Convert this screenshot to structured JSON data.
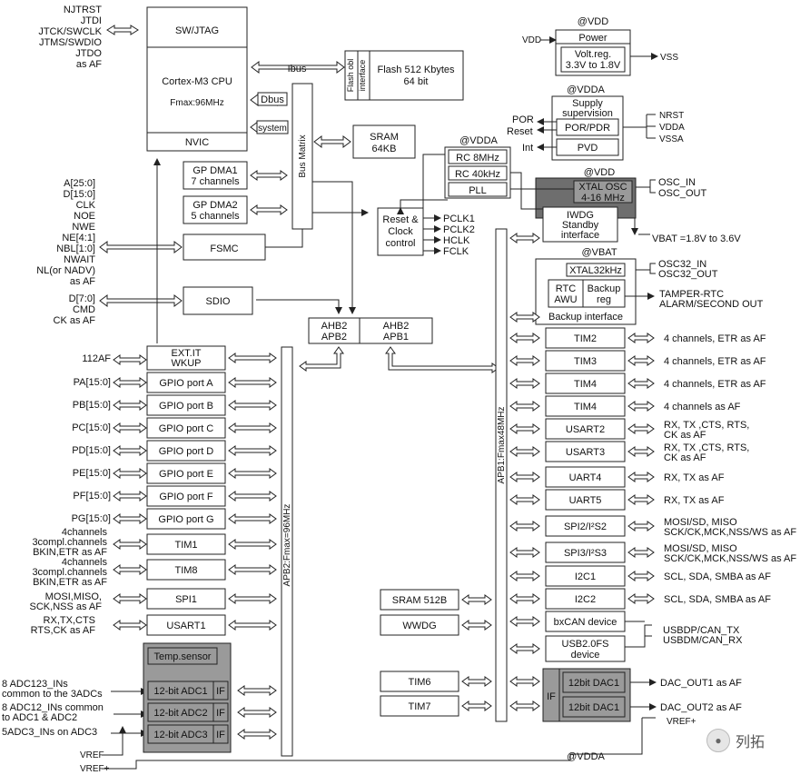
{
  "left_signals": {
    "jtag": [
      "NJTRST",
      "JTDI",
      "JTCK/SWCLK",
      "JTMS/SWDIO",
      "JTDO",
      "as AF"
    ],
    "fsmc": [
      "A[25:0]",
      "D[15:0]",
      "CLK",
      "NOE",
      "NWE",
      "NE[4:1]",
      "NBL[1:0]",
      "NWAIT",
      "NL(or NADV)",
      "as AF"
    ],
    "sdio": [
      "D[7:0]",
      "CMD",
      "CK as AF"
    ],
    "exti": "112AF",
    "gpio_ports": [
      "PA[15:0]",
      "PB[15:0]",
      "PC[15:0]",
      "PD[15:0]",
      "PE[15:0]",
      "PF[15:0]",
      "PG[15:0]"
    ],
    "tim1": [
      "4channels",
      "3compl.channels",
      "BKIN,ETR as AF"
    ],
    "tim8": [
      "4channels",
      "3compl.channels",
      "BKIN,ETR as AF"
    ],
    "spi1": [
      "MOSI,MISO,",
      "SCK,NSS as AF"
    ],
    "usart1": [
      "RX,TX,CTS",
      "RTS,CK as AF"
    ],
    "adc": [
      "8 ADC123_INs",
      "common to the 3ADCs",
      "8 ADC12_INs common",
      "to ADC1 & ADC2",
      "5ADC3_INs on ADC3"
    ],
    "vref_minus": "VREF-",
    "vref_plus": "VREF+"
  },
  "blocks": {
    "sw_jtag": "SW/JTAG",
    "cpu": "Cortex-M3 CPU",
    "fmax_cpu": "Fmax:96MHz",
    "nvic": "NVIC",
    "ibus": "Ibus",
    "dbus": "Dbus",
    "system": "system",
    "flash_obl": [
      "Flash obl",
      "interface"
    ],
    "flash": [
      "Flash 512 Kbytes",
      "64 bit"
    ],
    "bus_matrix": "Bus Matrix",
    "sram64": [
      "SRAM",
      "64KB"
    ],
    "dma1": [
      "GP DMA1",
      "7 channels"
    ],
    "dma2": [
      "GP DMA2",
      "5 channels"
    ],
    "fsmc": "FSMC",
    "sdio": "SDIO",
    "reset_clock": [
      "Reset &",
      "Clock",
      "control"
    ],
    "clocks": [
      "PCLK1",
      "PCLK2",
      "HCLK",
      "FCLK"
    ],
    "ahb2apb2": [
      "AHB2",
      "APB2"
    ],
    "ahb2apb1": [
      "AHB2",
      "APB1"
    ],
    "exti": [
      "EXT.IT",
      "WKUP"
    ],
    "gpio": [
      "GPIO port A",
      "GPIO port B",
      "GPIO port C",
      "GPIO port D",
      "GPIO port E",
      "GPIO port F",
      "GPIO port G"
    ],
    "tim1": "TIM1",
    "tim8": "TIM8",
    "spi1": "SPI1",
    "usart1": "USART1",
    "temp": "Temp.sensor",
    "adcs": [
      "12-bit ADC1",
      "12-bit ADC2",
      "12-bit ADC3"
    ],
    "adc_if": "IF",
    "apb2_label": "APB2:Fmax=96MHz",
    "apb1_label": "APB1:Fmax48MHz",
    "sram512": "SRAM 512B",
    "wwdg": "WWDG",
    "tim6": "TIM6",
    "tim7": "TIM7",
    "vdda_bottom": "@VDDA"
  },
  "power": {
    "vdd_top": "@VDD",
    "title": "Power",
    "vdd": "VDD",
    "vss": "VSS",
    "regulator": [
      "Volt.reg.",
      "3.3V to 1.8V"
    ],
    "vdda": "@VDDA",
    "supply": [
      "Supply",
      "supervision"
    ],
    "por_pdr": "POR/PDR",
    "pvd": "PVD",
    "por": "POR",
    "reset": "Reset",
    "int": "Int",
    "supervision_pins": [
      "NRST",
      "VDDA",
      "VSSA"
    ]
  },
  "oscillators": {
    "vdda": "@VDDA",
    "rc8": "RC 8MHz",
    "rc40": "RC 40kHz",
    "pll": "PLL",
    "vdd": "@VDD",
    "xtal_osc": [
      "XTAL OSC",
      "4-16 MHz"
    ],
    "osc_pins": [
      "OSC_IN",
      "OSC_OUT"
    ],
    "iwdg": [
      "IWDG",
      "Standby",
      "interface"
    ],
    "vbat_range": "VBAT =1.8V to 3.6V",
    "vbat": "@VBAT",
    "xtal32": "XTAL32kHz",
    "osc32_pins": [
      "OSC32_IN",
      "OSC32_OUT"
    ],
    "rtc": [
      "RTC",
      "AWU"
    ],
    "backup_reg": [
      "Backup",
      "reg"
    ],
    "tamper": [
      "TAMPER-RTC",
      "ALARM/SECOND OUT"
    ],
    "backup_if": "Backup interface"
  },
  "apb1_periph": [
    {
      "name": "TIM2",
      "pins": [
        "4 channels, ETR as AF"
      ]
    },
    {
      "name": "TIM3",
      "pins": [
        "4 channels, ETR as AF"
      ]
    },
    {
      "name": "TIM4",
      "pins": [
        "4 channels, ETR as AF"
      ]
    },
    {
      "name": "TIM4",
      "pins": [
        "4 channels as AF"
      ]
    },
    {
      "name": "USART2",
      "pins": [
        "RX, TX ,CTS, RTS,",
        "CK as AF"
      ]
    },
    {
      "name": "USART3",
      "pins": [
        "RX, TX ,CTS, RTS,",
        "CK as AF"
      ]
    },
    {
      "name": "UART4",
      "pins": [
        "RX, TX as AF"
      ]
    },
    {
      "name": "UART5",
      "pins": [
        "RX, TX as AF"
      ]
    },
    {
      "name": "SPI2/I²S2",
      "pins": [
        "MOSI/SD, MISO",
        "SCK/CK,MCK,NSS/WS as AF"
      ]
    },
    {
      "name": "SPI3/I²S3",
      "pins": [
        "MOSI/SD, MISO",
        "SCK/CK,MCK,NSS/WS as AF"
      ]
    },
    {
      "name": "I2C1",
      "pins": [
        "SCL, SDA, SMBA as AF"
      ]
    },
    {
      "name": "I2C2",
      "pins": [
        "SCL, SDA, SMBA as AF"
      ]
    },
    {
      "name": "bxCAN device",
      "pins": []
    },
    {
      "name": "USB2.0FS device",
      "pins": []
    }
  ],
  "usb_pins": [
    "USBDP/CAN_TX",
    "USBDM/CAN_RX"
  ],
  "dac": {
    "if": "IF",
    "dac1": "12bit DAC1",
    "dac2": "12bit DAC1",
    "out1": "DAC_OUT1 as AF",
    "out2": "DAC_OUT2 as AF",
    "vref": "VREF+"
  },
  "watermark": {
    "text": "列拓",
    "icon": "wechat-icon"
  }
}
